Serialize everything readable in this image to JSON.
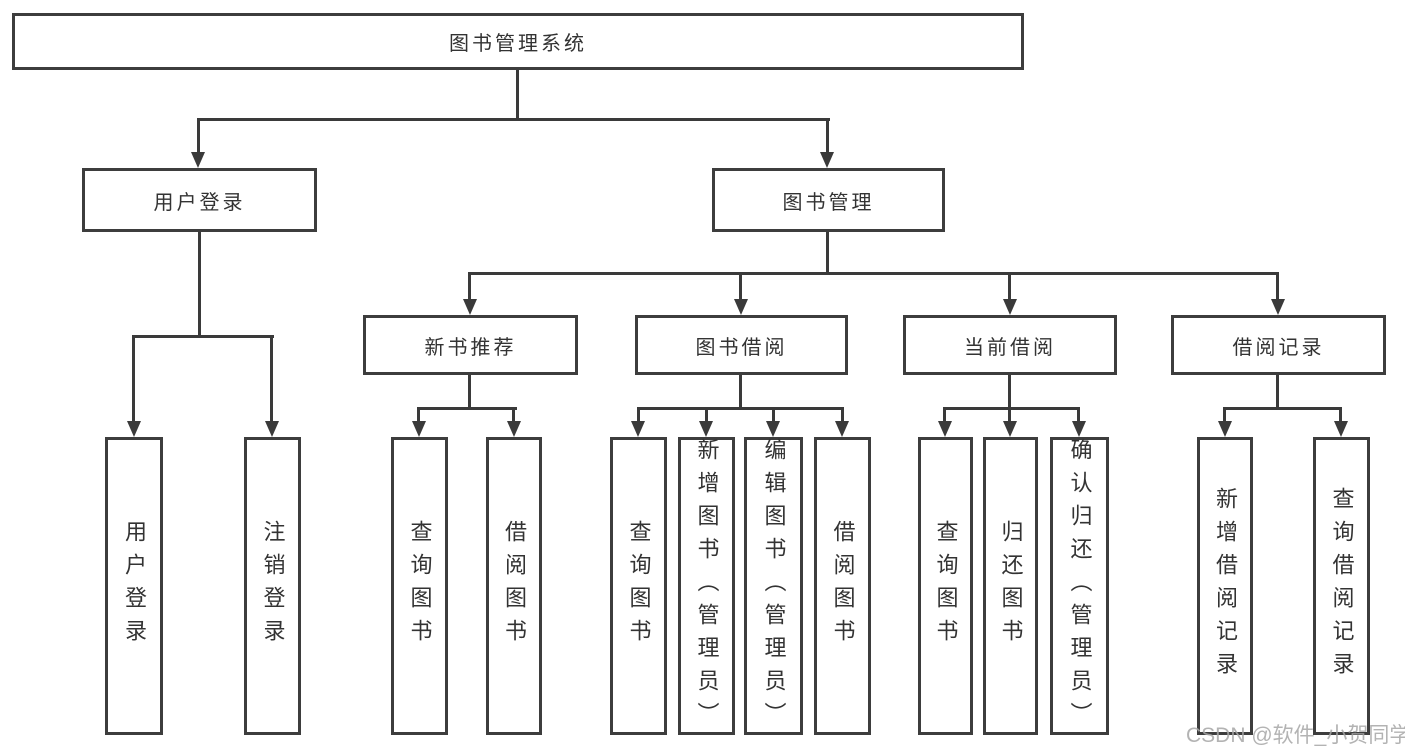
{
  "diagram": {
    "type": "hierarchy-tree",
    "title": "图书管理系统",
    "watermark": "CSDN @软件_小贺同学",
    "colors": {
      "background": "#ffffff",
      "line": "#3a3a3a",
      "border": "#3d3d3d",
      "text": "#333333",
      "watermark": "#a6a6a6"
    },
    "nodes": {
      "root": "图书管理系统",
      "user_login": "用户登录",
      "book_mgmt": "图书管理",
      "new_book_rec": "新书推荐",
      "book_borrow": "图书借阅",
      "current_borrow": "当前借阅",
      "borrow_records": "借阅记录",
      "ul_user_login": "用户登录",
      "ul_logout": "注销登录",
      "nbr_query_books": "查询图书",
      "nbr_borrow_books": "借阅图书",
      "bb_query_books": "查询图书",
      "bb_add_books": "新增图书（管理员）",
      "bb_edit_books": "编辑图书（管理员）",
      "bb_borrow_books": "借阅图书",
      "cb_query_books": "查询图书",
      "cb_return_books": "归还图书",
      "cb_confirm_return": "确认归还（管理员）",
      "br_add_record": "新增借阅记录",
      "br_query_record": "查询借阅记录"
    },
    "hierarchy": {
      "图书管理系统": {
        "用户登录": [
          "用户登录",
          "注销登录"
        ],
        "图书管理": {
          "新书推荐": [
            "查询图书",
            "借阅图书"
          ],
          "图书借阅": [
            "查询图书",
            "新增图书（管理员）",
            "编辑图书（管理员）",
            "借阅图书"
          ],
          "当前借阅": [
            "查询图书",
            "归还图书",
            "确认归还（管理员）"
          ],
          "借阅记录": [
            "新增借阅记录",
            "查询借阅记录"
          ]
        }
      }
    }
  }
}
